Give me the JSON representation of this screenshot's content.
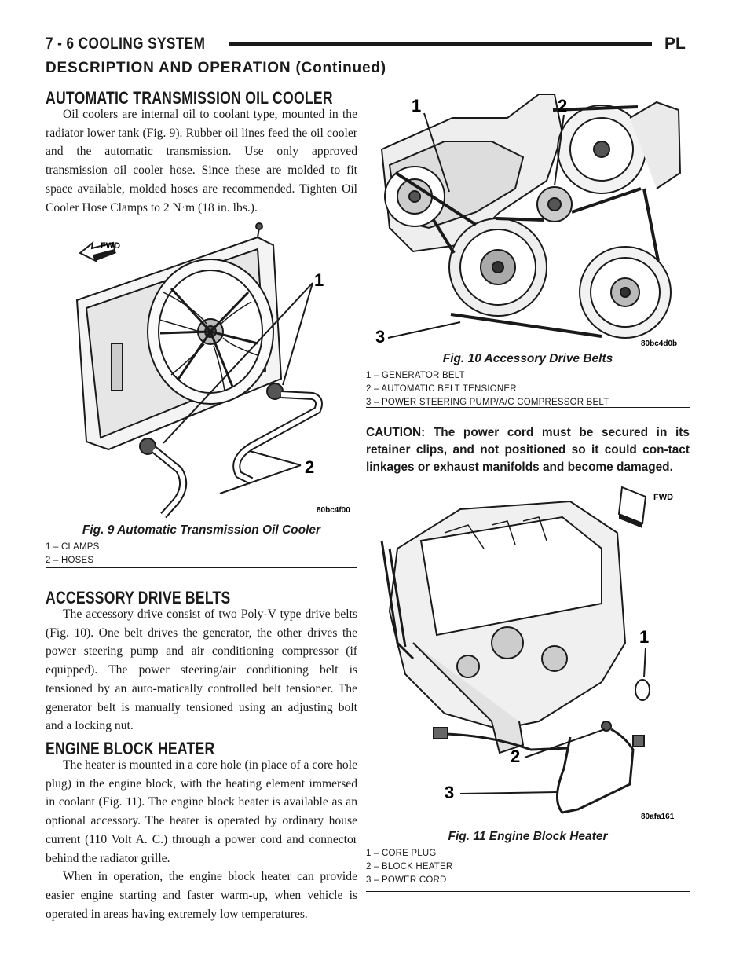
{
  "header": {
    "page_section": "7 - 6    COOLING SYSTEM",
    "code": "PL",
    "continued": "DESCRIPTION AND OPERATION (Continued)"
  },
  "sections": {
    "oil_cooler": {
      "title": "AUTOMATIC TRANSMISSION OIL COOLER",
      "body": "Oil coolers are internal oil to coolant type, mounted in the radiator lower tank (Fig. 9). Rubber oil lines feed the oil cooler and the automatic transmission. Use only approved transmission oil cooler hose. Since these are molded to fit space available, molded hoses are recommended. Tighten Oil Cooler Hose Clamps to 2 N·m (18 in. lbs.)."
    },
    "drive_belts": {
      "title": "ACCESSORY DRIVE BELTS",
      "body": "The accessory drive consist of two Poly-V type drive belts (Fig. 10). One belt drives the generator, the other drives the power steering pump and air conditioning compressor (if equipped). The power steering/air conditioning belt is tensioned by an auto-matically controlled belt tensioner. The generator belt is manually tensioned using an adjusting bolt and a locking nut."
    },
    "block_heater": {
      "title": "ENGINE BLOCK HEATER",
      "body1": "The heater is mounted in a core hole (in place of a core hole plug) in the engine block, with the heating element immersed in coolant (Fig. 11). The engine block heater is available as an optional accessory. The heater is operated by ordinary house current (110 Volt A. C.) through a power cord and connector behind the radiator grille.",
      "body2": "When in operation, the engine block heater can provide easier engine starting and faster warm-up, when vehicle is operated in areas having extremely low temperatures."
    }
  },
  "caution": "CAUTION: The power cord must be secured in its retainer clips, and not positioned so it could con-tact linkages or exhaust manifolds and become damaged.",
  "figures": {
    "fig9": {
      "caption": "Fig. 9 Automatic Transmission Oil Cooler",
      "code": "80bc4f00",
      "fwd": "FWD",
      "callouts": [
        "1",
        "2"
      ],
      "legend": [
        "1 – CLAMPS",
        "2 – HOSES"
      ]
    },
    "fig10": {
      "caption": "Fig. 10 Accessory Drive Belts",
      "code": "80bc4d0b",
      "callouts": [
        "1",
        "2",
        "3"
      ],
      "legend": [
        "1 – GENERATOR BELT",
        "2 – AUTOMATIC BELT TENSIONER",
        "3 – POWER STEERING PUMP/A/C COMPRESSOR BELT"
      ]
    },
    "fig11": {
      "caption": "Fig. 11 Engine Block Heater",
      "code": "80afa161",
      "fwd": "FWD",
      "callouts": [
        "1",
        "2",
        "3"
      ],
      "legend": [
        "1 – CORE PLUG",
        "2 – BLOCK HEATER",
        "3 – POWER CORD"
      ]
    }
  }
}
